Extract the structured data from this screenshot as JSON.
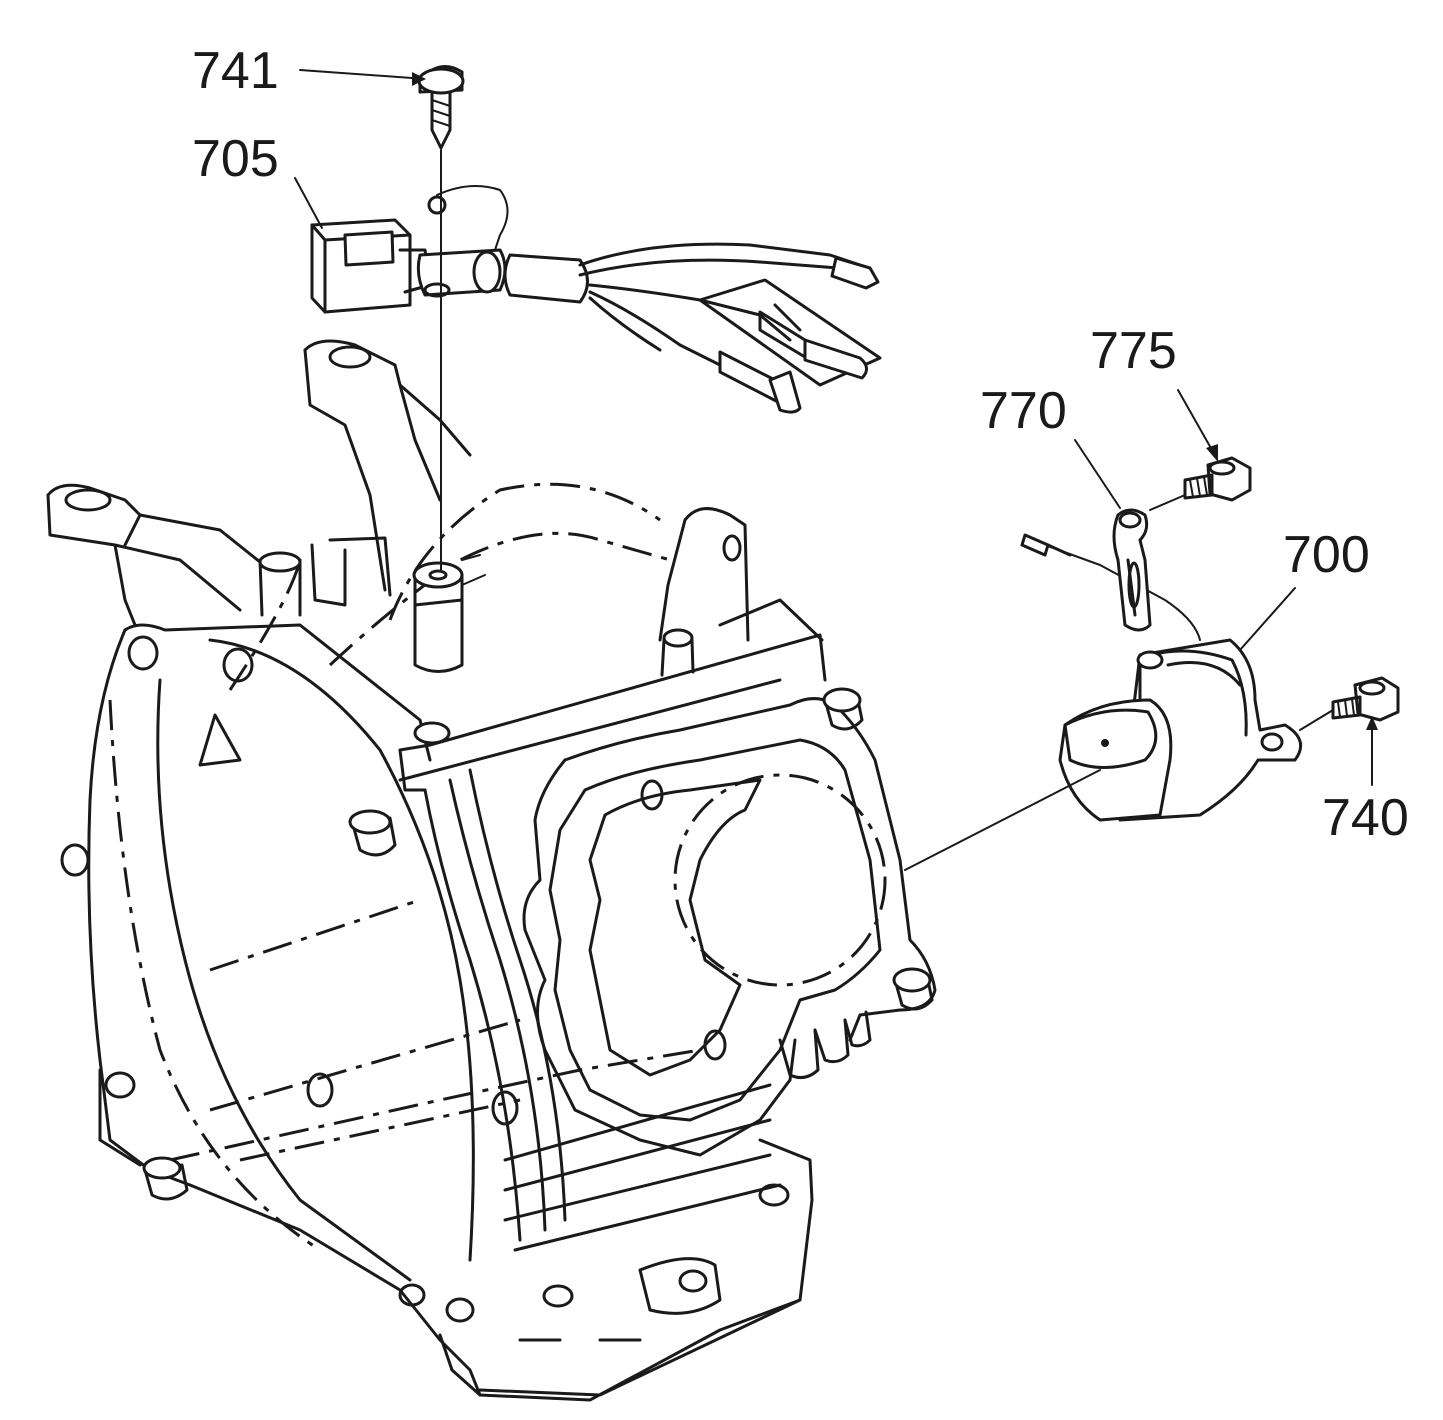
{
  "callouts": {
    "p741": "741",
    "p705": "705",
    "p775": "775",
    "p770": "770",
    "p700": "700",
    "p740": "740"
  },
  "colors": {
    "ink": "#1a1a1a",
    "paper": "#ffffff"
  }
}
